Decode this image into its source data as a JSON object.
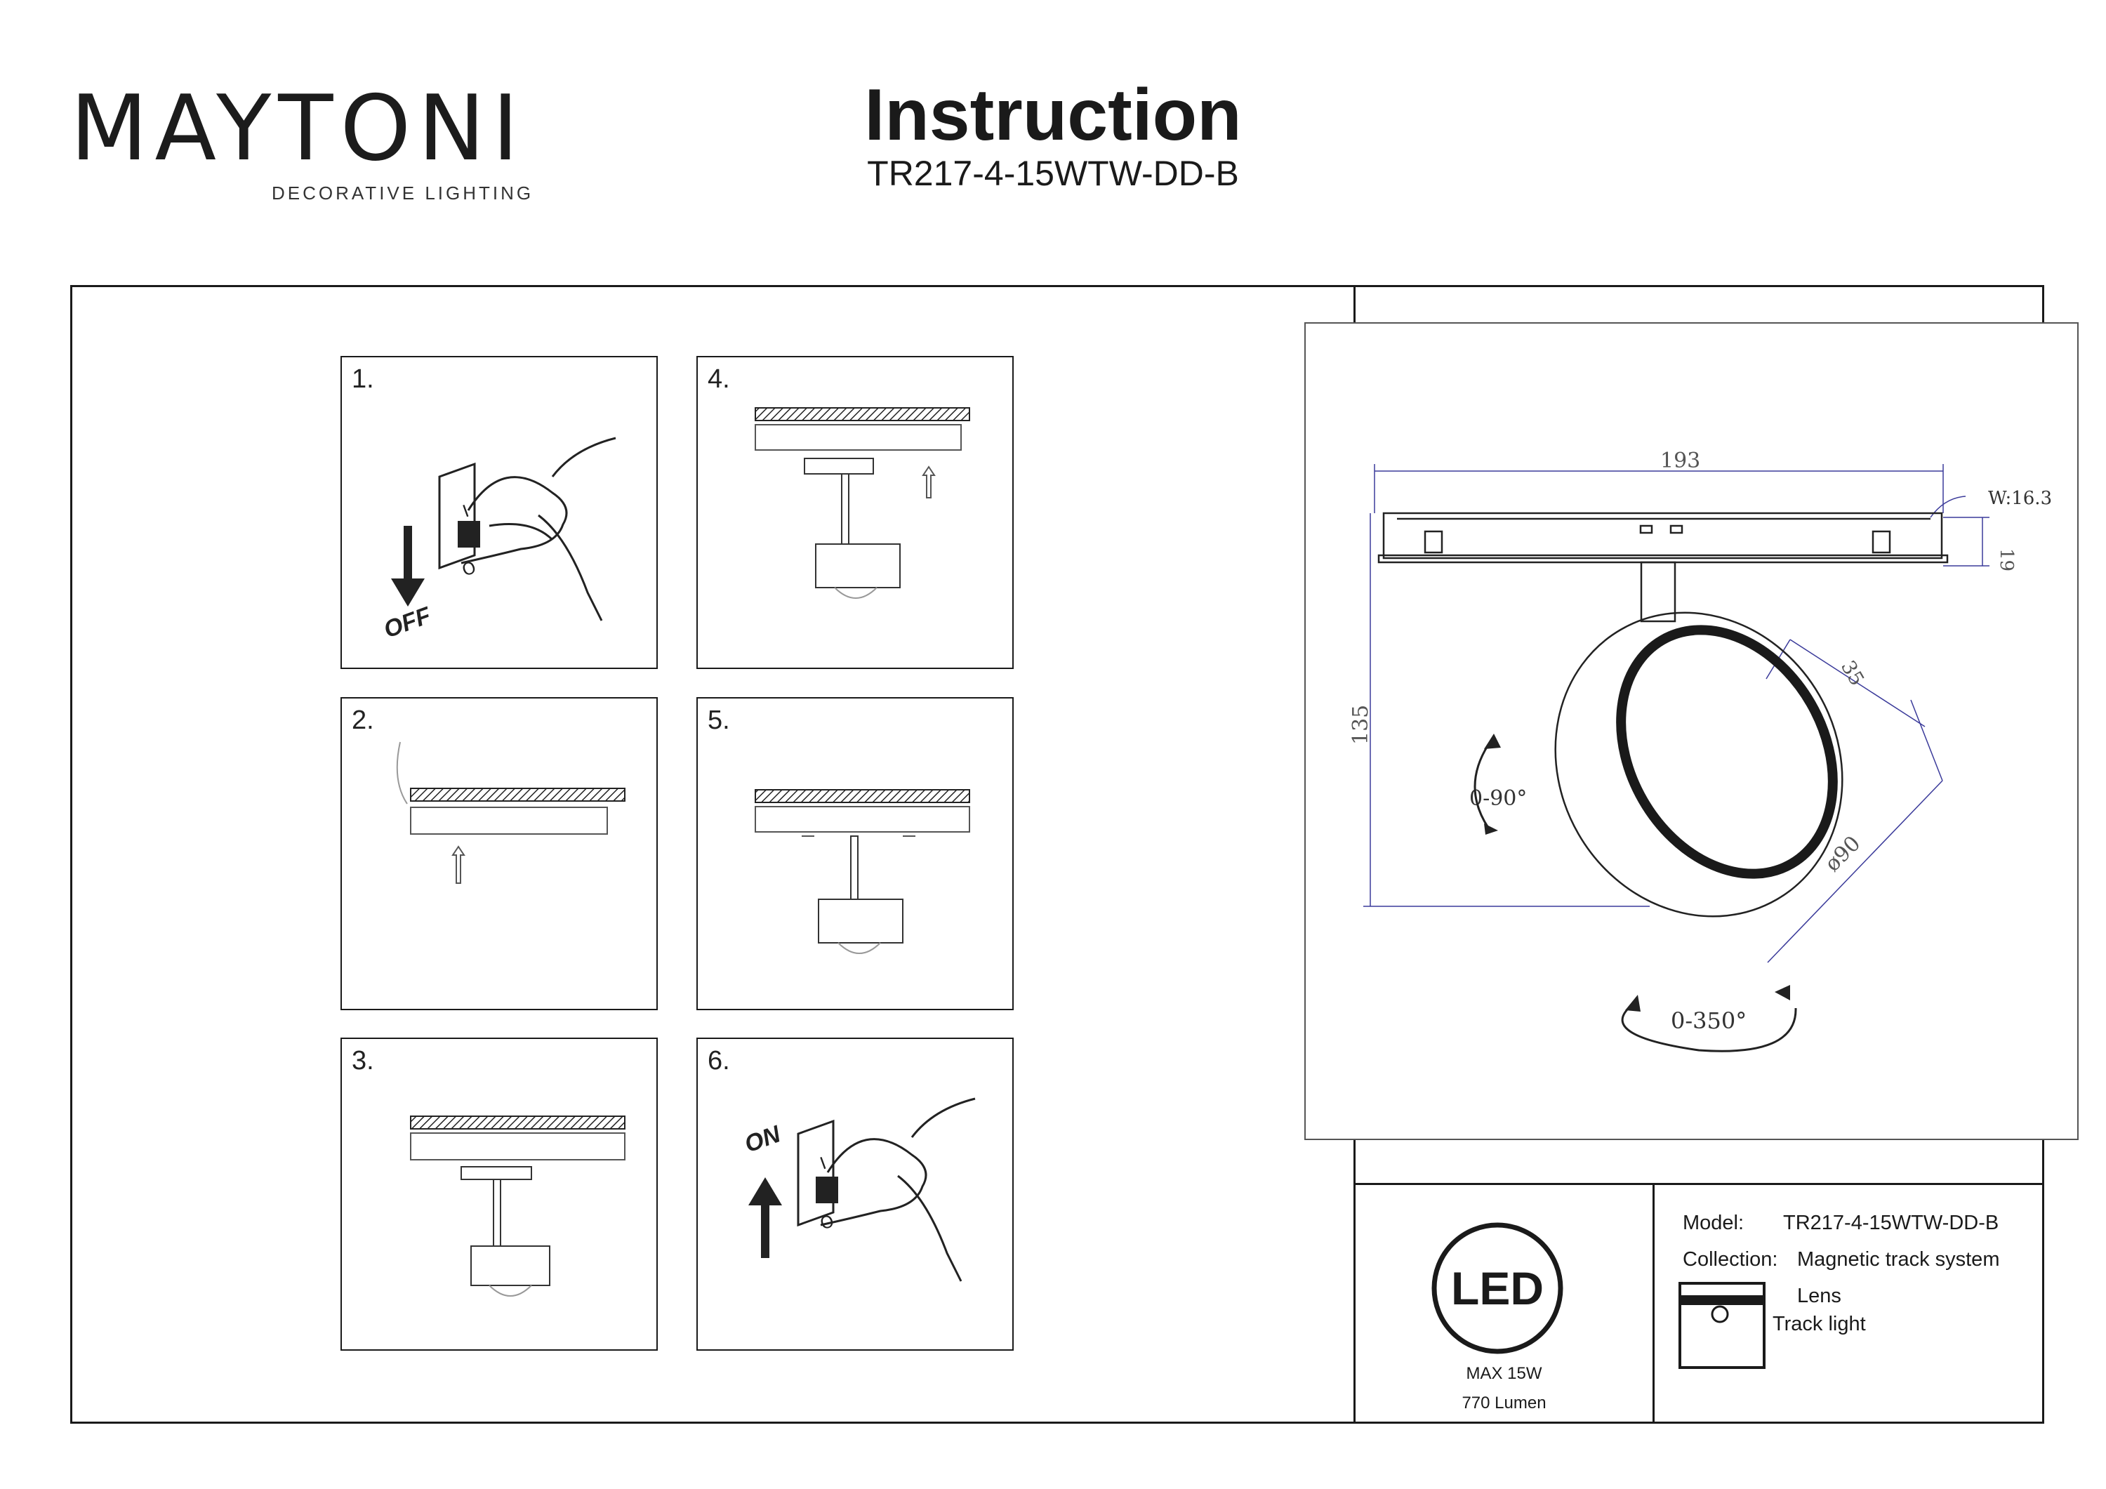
{
  "header": {
    "brand": "MAYTONI",
    "brand_sub": "DECORATIVE LIGHTING",
    "title": "Instruction",
    "model_code": "TR217-4-15WTW-DD-B"
  },
  "steps": [
    {
      "num": "1.",
      "label": "OFF"
    },
    {
      "num": "2.",
      "label": ""
    },
    {
      "num": "3.",
      "label": ""
    },
    {
      "num": "4.",
      "label": ""
    },
    {
      "num": "5.",
      "label": ""
    },
    {
      "num": "6.",
      "label": "ON"
    }
  ],
  "drawing": {
    "dim_length": "193",
    "dim_width": "W:16.3",
    "dim_track_height": "19",
    "dim_height": "135",
    "dim_depth": "35",
    "dim_diameter": "ø90",
    "tilt": "0-90°",
    "rotation": "0-350°"
  },
  "specs": {
    "led_badge": "LED",
    "max_power": "MAX 15W",
    "lumen": "770 Lumen"
  },
  "info": {
    "model_label": "Model:",
    "model_value": "TR217-4-15WTW-DD-B",
    "collection_label": "Collection:",
    "collection_value": "Magnetic track system",
    "lens_label": "Lens",
    "type_label": "Track light"
  },
  "colors": {
    "brand_accent": "#5a2248",
    "dimension_line": "#3a3a9a"
  }
}
